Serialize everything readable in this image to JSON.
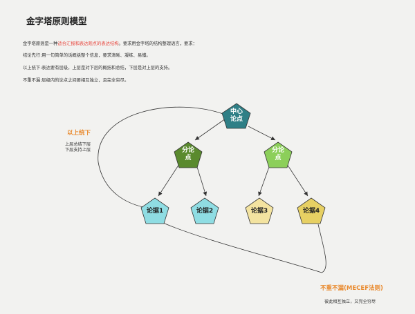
{
  "title": "金字塔原则模型",
  "paragraphs": {
    "p1_before": "金字塔原则是一种",
    "p1_highlight": "适合汇报和表达观点的表达结构",
    "p1_after": "。要求用金字塔的结构整理语言，要求：",
    "p2": "结论先行:用一句简单的话概括整个信息，要求清晰、凝练、易懂。",
    "p3": "以上统下:表达要有层级，上层是对下层的概括和总结，下层是对上层的支持。",
    "p4": "不重不漏:层级内的论点之间要相互独立，且完全穷尽。"
  },
  "left_annotation": {
    "title": "以上统下",
    "line1": "上层总结下层",
    "line2": "下层支持上层"
  },
  "bottom_annotation": {
    "title": "不重不漏(MECEF法则)",
    "note": "彼此相互独立，又完全穷尽"
  },
  "nodes": {
    "center": {
      "line1": "中心",
      "line2": "论点",
      "fill": "#2f7f86",
      "text_color": "#ffffff"
    },
    "sub_left": {
      "line1": "分论",
      "line2": "点",
      "fill": "#5a8a2e",
      "text_color": "#ffffff"
    },
    "sub_right": {
      "line1": "分论",
      "line2": "点",
      "fill": "#8ccf5a",
      "text_color": "#ffffff"
    },
    "ev1": {
      "line1": "论据1",
      "fill": "#8fdde3",
      "text_color": "#222222"
    },
    "ev2": {
      "line1": "论据2",
      "fill": "#8fdde3",
      "text_color": "#222222"
    },
    "ev3": {
      "line1": "论据3",
      "fill": "#f3e3a0",
      "text_color": "#222222"
    },
    "ev4": {
      "line1": "论据4",
      "fill": "#e7d063",
      "text_color": "#222222"
    }
  },
  "colors": {
    "accent_orange": "#e98a2e",
    "highlight_red": "#e8453c",
    "line": "#333333"
  }
}
